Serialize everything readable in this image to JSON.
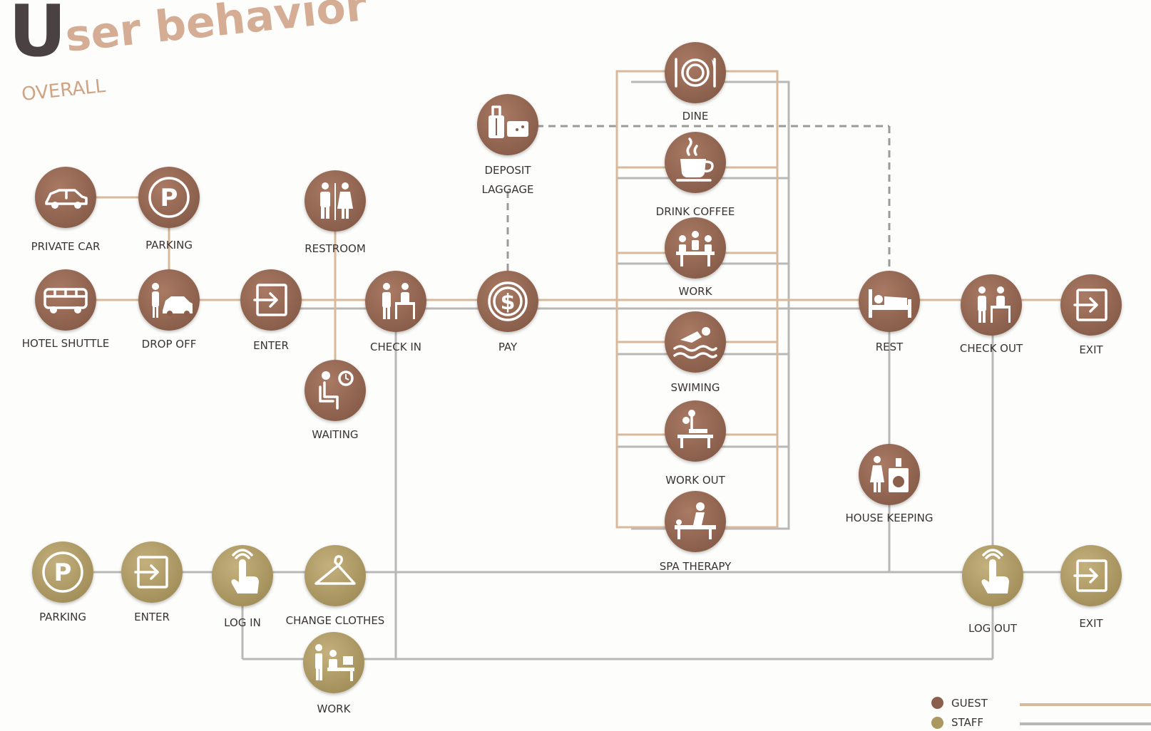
{
  "title": {
    "first_letter": "U",
    "rest": "ser behavior"
  },
  "subtitle": "OVERALL",
  "colors": {
    "guest": "#8a5f4b",
    "staff": "#ab9860",
    "guest_line": "#d9b99b",
    "staff_line": "#b8b8b8"
  },
  "guest_nodes": [
    {
      "id": "private_car",
      "label": "PRIVATE   CAR",
      "icon": "car-icon"
    },
    {
      "id": "parking",
      "label": "PARKING",
      "icon": "parking-icon"
    },
    {
      "id": "hotel_shuttle",
      "label": "HOTEL SHUTTLE",
      "icon": "bus-icon"
    },
    {
      "id": "drop_off",
      "label": "DROP OFF",
      "icon": "drop-off-icon"
    },
    {
      "id": "enter",
      "label": "ENTER",
      "icon": "enter-icon"
    },
    {
      "id": "restroom",
      "label": "RESTROOM",
      "icon": "restroom-icon"
    },
    {
      "id": "waiting",
      "label": "WAITING",
      "icon": "waiting-icon"
    },
    {
      "id": "check_in",
      "label": "CHECK IN",
      "icon": "check-in-icon"
    },
    {
      "id": "deposit",
      "label": "DEPOSIT",
      "label2": "LAGGAGE",
      "icon": "luggage-icon"
    },
    {
      "id": "pay",
      "label": "PAY",
      "icon": "dollar-icon"
    },
    {
      "id": "dine",
      "label": "DINE",
      "icon": "dine-icon"
    },
    {
      "id": "coffee",
      "label": "DRINK COFFEE",
      "icon": "coffee-icon"
    },
    {
      "id": "work_guest",
      "label": "WORK",
      "icon": "meeting-icon"
    },
    {
      "id": "swim",
      "label": "SWIMING",
      "icon": "swimming-icon"
    },
    {
      "id": "workout",
      "label": "WORK OUT",
      "icon": "workout-icon"
    },
    {
      "id": "spa",
      "label": "SPA THERAPY",
      "icon": "massage-icon"
    },
    {
      "id": "rest",
      "label": "REST",
      "icon": "bed-icon"
    },
    {
      "id": "check_out",
      "label": "CHECK OUT",
      "icon": "check-out-icon"
    },
    {
      "id": "exit_guest",
      "label": "EXIT",
      "icon": "exit-icon"
    },
    {
      "id": "housekeeping",
      "label": "HOUSE KEEPING",
      "icon": "housekeeping-icon"
    }
  ],
  "staff_nodes": [
    {
      "id": "staff_parking",
      "label": "PARKING",
      "icon": "parking-icon"
    },
    {
      "id": "staff_enter",
      "label": "ENTER",
      "icon": "enter-icon"
    },
    {
      "id": "log_in",
      "label": "LOG IN",
      "icon": "touch-icon"
    },
    {
      "id": "change_clothes",
      "label": "CHANGE CLOTHES",
      "icon": "hanger-icon"
    },
    {
      "id": "staff_work",
      "label": "WORK",
      "icon": "desk-work-icon"
    },
    {
      "id": "log_out",
      "label": "LOG OUT",
      "icon": "touch-icon"
    },
    {
      "id": "staff_exit",
      "label": "EXIT",
      "icon": "exit-icon"
    }
  ],
  "legend": [
    {
      "label": "GUEST",
      "color": "#8a5f4b"
    },
    {
      "label": "STAFF",
      "color": "#ab9860"
    }
  ]
}
